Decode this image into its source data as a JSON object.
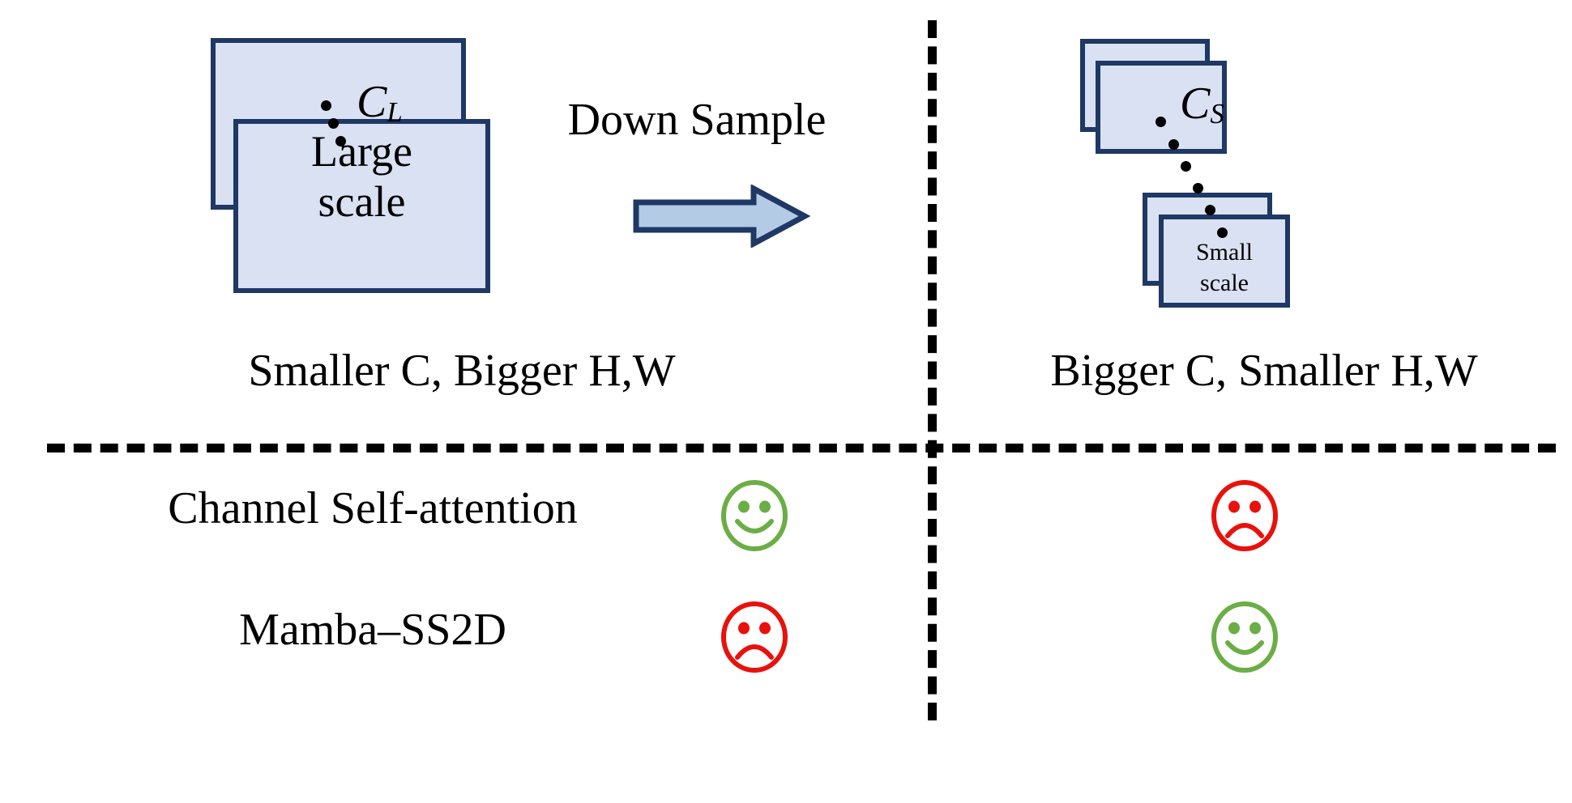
{
  "figure": {
    "title_text": "",
    "colors": {
      "box_fill": "#d9e1f2",
      "box_stroke": "#1f3864",
      "arrow_fill": "#b4cbe5",
      "arrow_stroke": "#1f3864",
      "happy": "#6aae45",
      "sad": "#e8110c",
      "divider": "#000000"
    }
  },
  "left_panel": {
    "channel_symbol": "C",
    "channel_subscript": "L",
    "scale_label_line1": "Large",
    "scale_label_line2": "scale",
    "caption": "Smaller C, Bigger H,W",
    "box_count": 2,
    "dot_count": 3
  },
  "transition": {
    "label": "Down Sample",
    "arrow_icon": "right-block-arrow"
  },
  "right_panel": {
    "channel_symbol": "C",
    "channel_subscript": "S",
    "scale_label_line1": "Small",
    "scale_label_line2": "scale",
    "caption": "Bigger C, Smaller H,W",
    "box_count": 4,
    "dot_count": 6
  },
  "comparison": {
    "rows": [
      {
        "method": "Channel Self-attention",
        "left_verdict": "happy",
        "left_verdict_icon": "smiley-face-icon",
        "right_verdict": "sad",
        "right_verdict_icon": "frowny-face-icon"
      },
      {
        "method": "Mamba–SS2D",
        "left_verdict": "sad",
        "left_verdict_icon": "frowny-face-icon",
        "right_verdict": "happy",
        "right_verdict_icon": "smiley-face-icon"
      }
    ]
  }
}
